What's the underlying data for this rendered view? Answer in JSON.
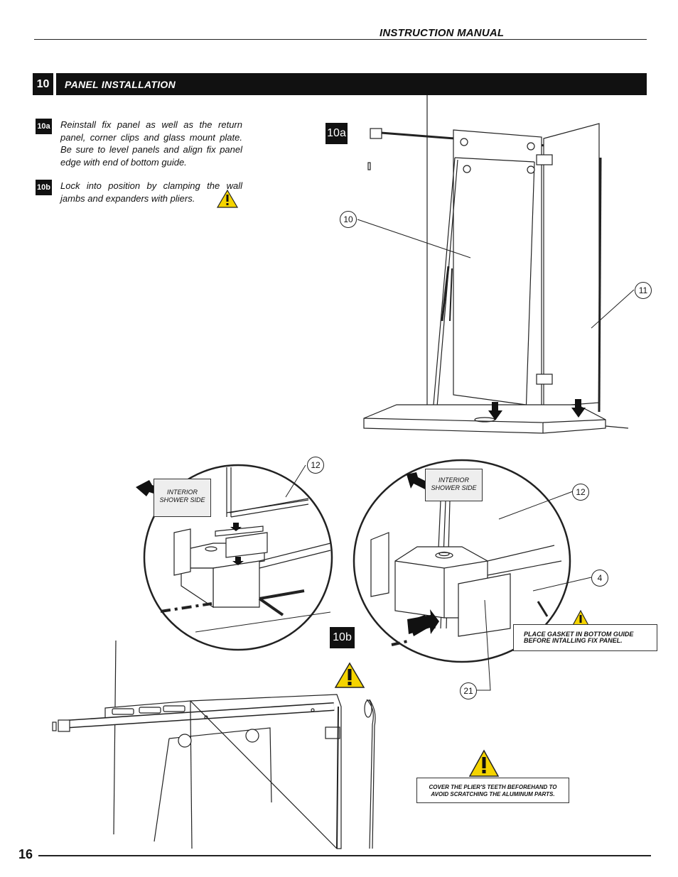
{
  "header": {
    "title": "INSTRUCTION MANUAL"
  },
  "section": {
    "number": "10",
    "title": "PANEL INSTALLATION"
  },
  "steps": [
    {
      "badge": "10a",
      "text": "Reinstall fix panel as well as the return panel, corner clips and glass mount plate. Be sure to level panels and align fix panel edge with end of bottom guide."
    },
    {
      "badge": "10b",
      "text": "Lock into position by clamping the wall jambs and expanders with pliers."
    }
  ],
  "figures": {
    "fig_10a": {
      "label": "10a",
      "callouts": [
        "10",
        "11"
      ]
    },
    "fig_10b": {
      "label": "10b"
    },
    "detail_left": {
      "interior_label": "INTERIOR SHOWER SIDE",
      "callout": "12"
    },
    "detail_right": {
      "interior_label": "INTERIOR SHOWER SIDE",
      "callouts": [
        "12",
        "4",
        "21"
      ]
    }
  },
  "notes": {
    "gasket": "PLACE GASKET IN BOTTOM GUIDE BEFORE INTALLING FIX PANEL.",
    "pliers": "COVER THE PLIER'S TEETH BEFOREHAND TO AVOID SCRATCHING THE ALUMINUM PARTS."
  },
  "footer": {
    "page_number": "16"
  },
  "icons": [
    "warning-icon",
    "arrow-icon"
  ],
  "colors": {
    "warning_fill": "#f5d400",
    "ink": "#111111"
  }
}
